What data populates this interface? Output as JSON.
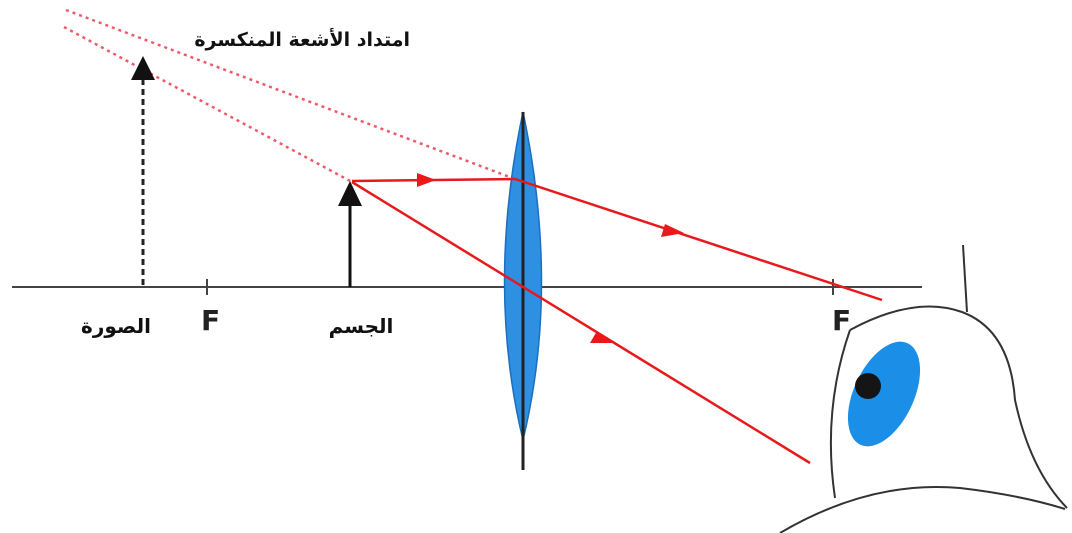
{
  "labels": {
    "extension_rays": "امتداد الأشعة المنكسرة",
    "image": "الصورة",
    "object": "الجسم",
    "focal_left": "F",
    "focal_right": "F"
  },
  "colors": {
    "axis": "#444444",
    "ray": "#e8191b",
    "dotted_ray": "#ee5a6a",
    "lens_fill": "#2f8fe0",
    "lens_stroke": "#1c6fc0",
    "eye_iris": "#1b8fe8",
    "eye_outline": "#333333"
  },
  "icons": {
    "lens": "convex-lens-icon",
    "eye": "eye-icon"
  }
}
